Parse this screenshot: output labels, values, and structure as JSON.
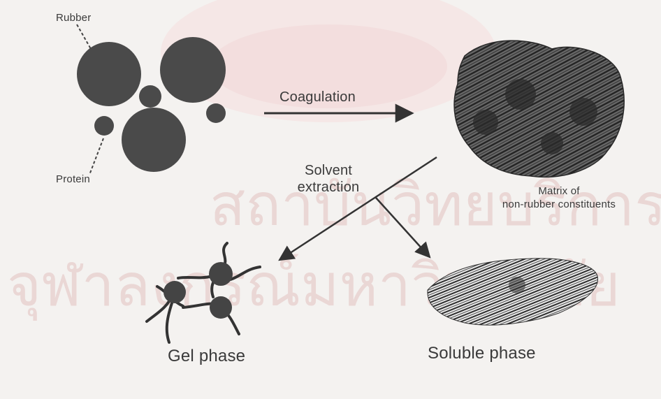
{
  "watermark": {
    "line1": "สถาบันวิทยบริการ",
    "line2": "จุฬาลงกรณ์มหาวิทยาลัย",
    "color": "#e8b8b8"
  },
  "labels": {
    "rubber": "Rubber",
    "protein": "Protein",
    "coagulation": "Coagulation",
    "solvent_extraction_line1": "Solvent",
    "solvent_extraction_line2": "extraction",
    "matrix_line1": "Matrix of",
    "matrix_line2": "non-rubber constituents",
    "gel_phase": "Gel phase",
    "soluble_phase": "Soluble phase"
  },
  "colors": {
    "ink": "#3a3a3a",
    "particle": "#4a4a4a",
    "background": "#f4f2f0"
  }
}
